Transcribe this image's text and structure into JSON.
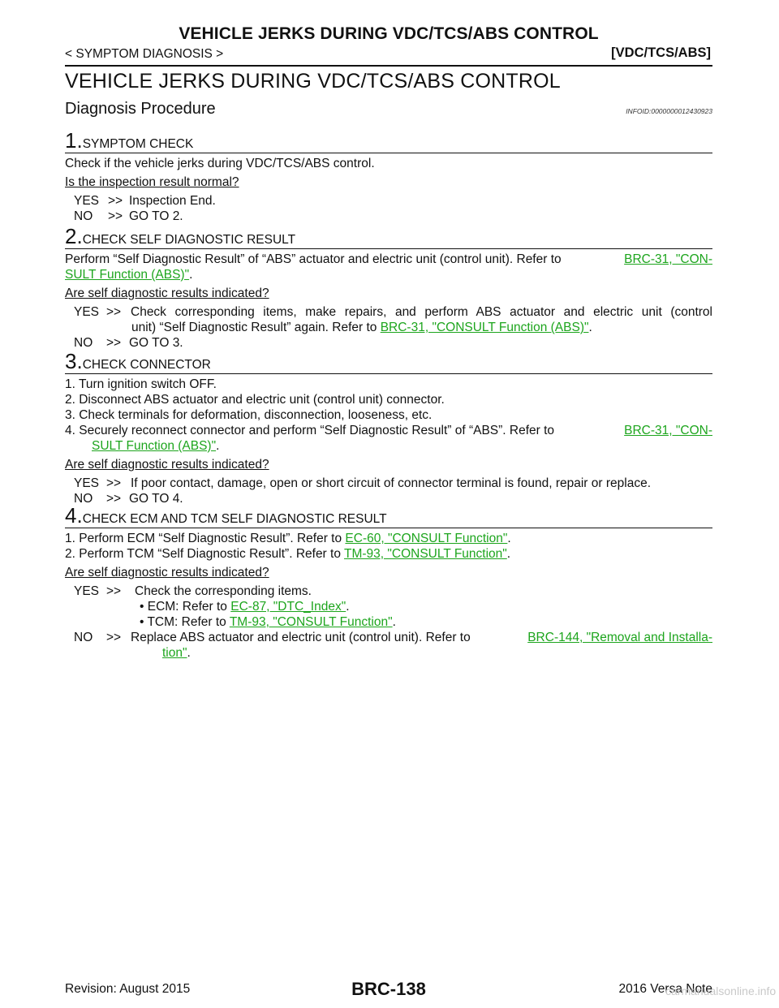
{
  "header": {
    "title": "VEHICLE JERKS DURING VDC/TCS/ABS CONTROL",
    "breadcrumb": "< SYMPTOM DIAGNOSIS >",
    "section_tag": "[VDC/TCS/ABS]"
  },
  "main_title": "VEHICLE JERKS DURING VDC/TCS/ABS CONTROL",
  "subtitle": "Diagnosis Procedure",
  "infoid": "INFOID:0000000012430923",
  "steps": [
    {
      "num": "1.",
      "label": "SYMPTOM CHECK",
      "body": "Check if the vehicle jerks during VDC/TCS/ABS control.",
      "question": "Is the inspection result normal?",
      "yes": "YES",
      "yes_arrow": ">>",
      "yes_text": "Inspection End.",
      "no": "NO",
      "no_arrow": ">>",
      "no_text": "GO TO 2."
    },
    {
      "num": "2.",
      "label": "CHECK SELF DIAGNOSTIC RESULT",
      "body_a": "Perform “Self Diagnostic Result” of “ABS” actuator and electric unit (control unit). Refer to",
      "link_a1": "BRC-31, \"CON-",
      "link_a2": "SULT Function (ABS)\"",
      "period": ".",
      "question": "Are self diagnostic results indicated?",
      "yes": "YES",
      "yes_arrow": ">>",
      "yes_text_1": "Check corresponding items, make repairs, and perform ABS actuator and electric unit (control",
      "yes_text_2": "unit) “Self Diagnostic Result” again. Refer to",
      "yes_link": "BRC-31, \"CONSULT Function (ABS)\"",
      "no": "NO",
      "no_arrow": ">>",
      "no_text": "GO TO 3."
    },
    {
      "num": "3.",
      "label": "CHECK CONNECTOR",
      "items": [
        "1. Turn ignition switch OFF.",
        "2. Disconnect ABS actuator and electric unit (control unit) connector.",
        "3. Check terminals for deformation, disconnection, looseness, etc."
      ],
      "item4_a": "4. Securely reconnect connector and perform “Self Diagnostic Result” of “ABS”. Refer to",
      "item4_link1": "BRC-31, \"CON-",
      "item4_link2": "SULT Function (ABS)\"",
      "question": "Are self diagnostic results indicated?",
      "yes": "YES",
      "yes_arrow": ">>",
      "yes_text": "If poor contact, damage, open or short circuit of connector terminal is found, repair or replace.",
      "no": "NO",
      "no_arrow": ">>",
      "no_text": "GO TO 4."
    },
    {
      "num": "4.",
      "label": "CHECK ECM AND TCM SELF DIAGNOSTIC RESULT",
      "item1_a": "1. Perform ECM “Self Diagnostic Result”. Refer to",
      "item1_link": "EC-60, \"CONSULT Function\"",
      "item2_a": "2. Perform TCM “Self Diagnostic Result”. Refer to",
      "item2_link": "TM-93, \"CONSULT Function\"",
      "question": "Are self diagnostic results indicated?",
      "yes": "YES",
      "yes_arrow": ">>",
      "yes_text": "Check the corresponding items.",
      "bullet1_a": "• ECM: Refer to",
      "bullet1_link": "EC-87, \"DTC_Index\"",
      "bullet2_a": "• TCM: Refer to",
      "bullet2_link": "TM-93, \"CONSULT Function\"",
      "no": "NO",
      "no_arrow": ">>",
      "no_text": "Replace ABS actuator and electric unit (control unit). Refer to",
      "no_link1": "BRC-144, \"Removal and Installa-",
      "no_link2": "tion\""
    }
  ],
  "footer": {
    "revision": "Revision: August 2015",
    "page": "BRC-138",
    "vehicle": "2016 Versa Note",
    "watermark": "carmanualsonline.info"
  }
}
